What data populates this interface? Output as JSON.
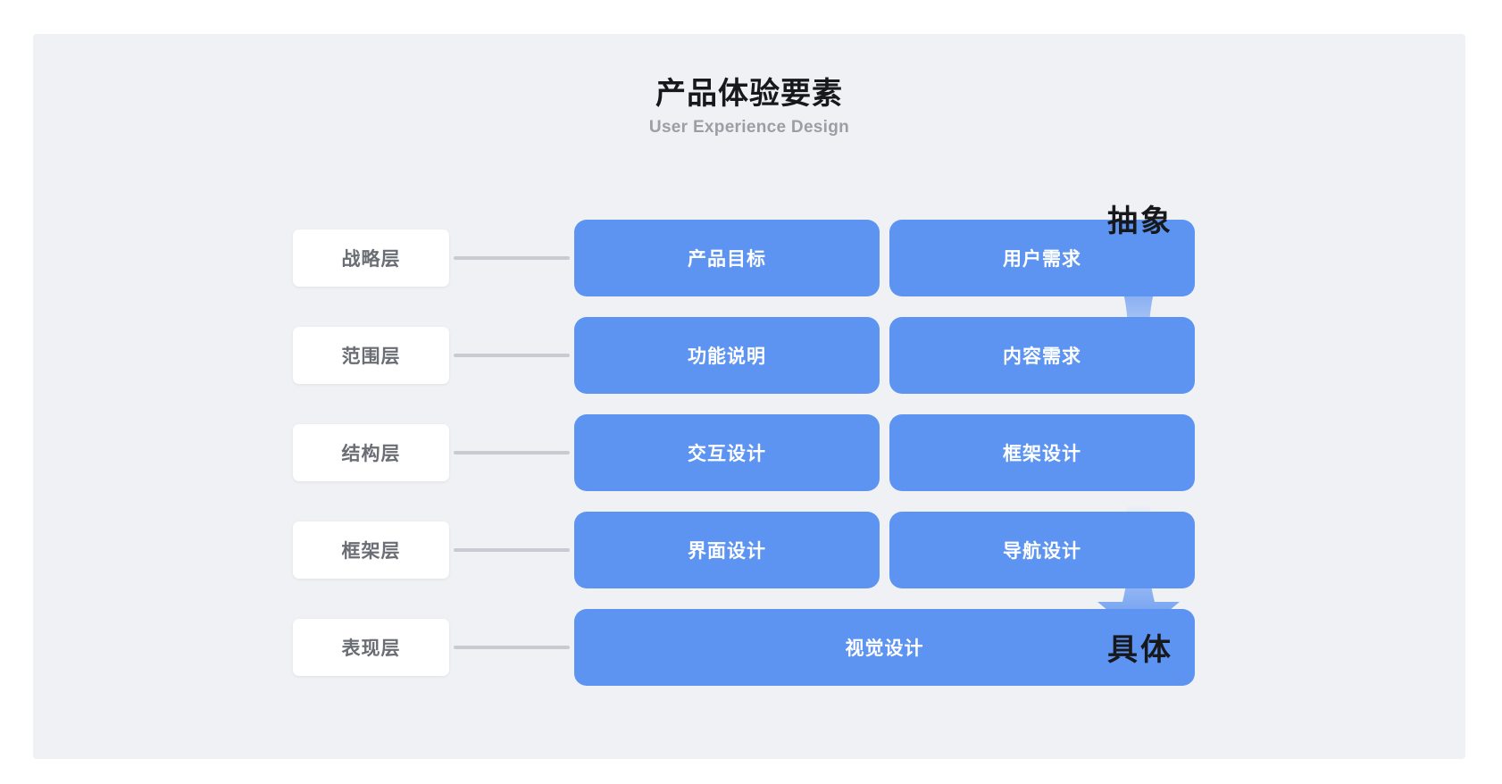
{
  "heading": {
    "title": "产品体验要素",
    "subtitle": "User Experience Design"
  },
  "axis": {
    "top_label": "抽象",
    "bottom_label": "具体",
    "up_arrow_icon": "arrow-up-icon",
    "down_arrow_icon": "arrow-down-icon"
  },
  "colors": {
    "panel_background": "#f0f1f4",
    "box_blue": "#5d94f2",
    "label_card": "#ffffff",
    "label_text": "#6a6d74",
    "connector": "#c9cbd2",
    "title": "#17181b",
    "subtitle": "#9b9ea5"
  },
  "layers": [
    {
      "label": "战略层",
      "items": [
        "产品目标",
        "用户需求"
      ]
    },
    {
      "label": "范围层",
      "items": [
        "功能说明",
        "内容需求"
      ]
    },
    {
      "label": "结构层",
      "items": [
        "交互设计",
        "框架设计"
      ]
    },
    {
      "label": "框架层",
      "items": [
        "界面设计",
        "导航设计"
      ]
    },
    {
      "label": "表现层",
      "items": [
        "视觉设计"
      ]
    }
  ]
}
